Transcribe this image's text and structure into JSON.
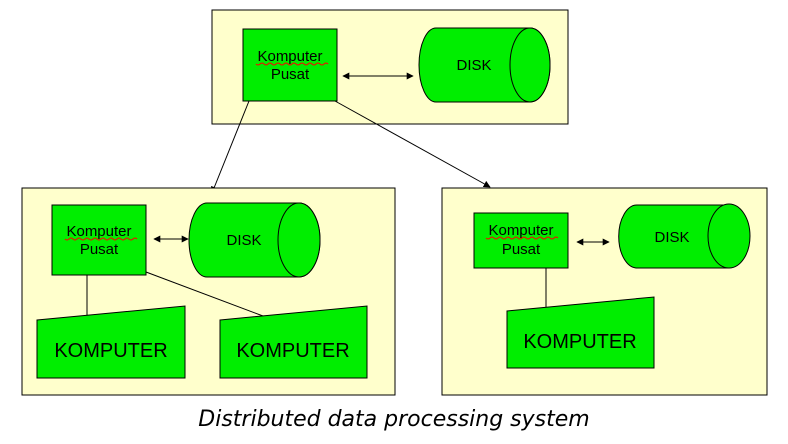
{
  "diagram": {
    "caption": "Distributed data processing system",
    "colors": {
      "panel_fill": "#FFFFCC",
      "node_fill": "#00EE00",
      "stroke": "#000000",
      "spell_underline": "#FF0000"
    },
    "central_site": {
      "computer_line1": "Komputer",
      "computer_line2": "Pusat",
      "disk_label": "DISK"
    },
    "left_site": {
      "computer_line1": "Komputer",
      "computer_line2": "Pusat",
      "disk_label": "DISK",
      "terminals": [
        "KOMPUTER",
        "KOMPUTER"
      ]
    },
    "right_site": {
      "computer_line1": "Komputer",
      "computer_line2": "Pusat",
      "disk_label": "DISK",
      "terminals": [
        "KOMPUTER"
      ]
    }
  }
}
